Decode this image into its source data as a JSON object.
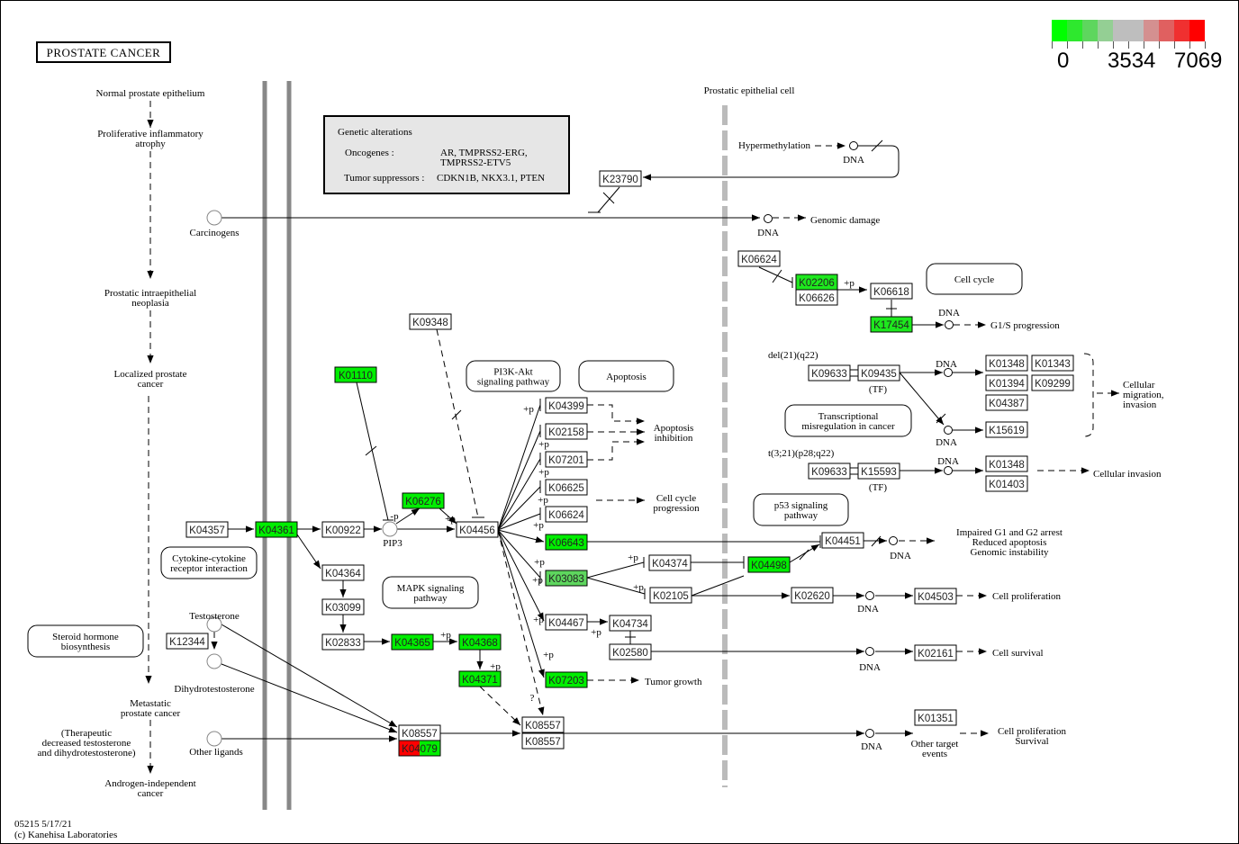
{
  "title": "PROSTATE CANCER",
  "legend": {
    "colors": [
      "#00ff00",
      "#2ee82e",
      "#5ed65e",
      "#94cf94",
      "#bebebe",
      "#bebebe",
      "#d49090",
      "#e06060",
      "#f03030",
      "#ff0000"
    ],
    "min_label": "0",
    "mid_label": "3534",
    "max_label": "7069"
  },
  "compartments": {
    "cell_label": "Prostatic epithelial cell"
  },
  "genetic_alterations": {
    "heading": "Genetic alterations",
    "oncogenes_label": "Oncogenes :",
    "oncogenes_line1": "AR, TMPRSS2-ERG,",
    "oncogenes_line2": "TMPRSS2-ETV5",
    "suppressors_label": "Tumor suppressors :",
    "suppressors_value": "CDKN1B, NKX3.1, PTEN"
  },
  "progression": [
    {
      "lines": [
        "Normal prostate epithelium"
      ]
    },
    {
      "lines": [
        "Proliferative inflammatory",
        "atrophy"
      ]
    },
    {
      "lines": [
        "Prostatic intraepithelial",
        "neoplasia"
      ]
    },
    {
      "lines": [
        "Localized prostate",
        "cancer"
      ]
    },
    {
      "lines": [
        "Metastatic",
        "prostate cancer"
      ]
    },
    {
      "lines": [
        "Androgen-independent",
        "cancer"
      ]
    }
  ],
  "therapeutic_note": [
    "(Therapeutic",
    "decreased testosterone",
    "and dihydrotestosterone)"
  ],
  "pathway_links": [
    {
      "id": "pw-pi3k",
      "lines": [
        "PI3K-Akt",
        "signaling pathway"
      ]
    },
    {
      "id": "pw-apoptosis",
      "lines": [
        "Apoptosis"
      ]
    },
    {
      "id": "pw-cellcycle",
      "lines": [
        "Cell cycle"
      ]
    },
    {
      "id": "pw-transcriptional",
      "lines": [
        "Transcriptional",
        "misregulation in cancer"
      ]
    },
    {
      "id": "pw-p53",
      "lines": [
        "p53 signaling",
        "pathway"
      ]
    },
    {
      "id": "pw-cytokine",
      "lines": [
        "Cytokine-cytokine",
        "receptor interaction"
      ]
    },
    {
      "id": "pw-mapk",
      "lines": [
        "MAPK signaling",
        "pathway"
      ]
    },
    {
      "id": "pw-steroid",
      "lines": [
        "Steroid hormone",
        "biosynthesis"
      ]
    }
  ],
  "compounds": [
    {
      "id": "c-carcinogens",
      "label": "Carcinogens"
    },
    {
      "id": "c-testosterone",
      "label": "Testosterone"
    },
    {
      "id": "c-dht",
      "label": "Dihydrotestosterone"
    },
    {
      "id": "c-other",
      "label": "Other ligands"
    },
    {
      "id": "c-pip3",
      "label": "PIP3"
    }
  ],
  "nodes": [
    {
      "id": "K23790",
      "label": "K23790",
      "color": "#ffffff"
    },
    {
      "id": "K06624a",
      "label": "K06624",
      "color": "#ffffff"
    },
    {
      "id": "K02206",
      "label": "K02206",
      "color": "#1ee81e"
    },
    {
      "id": "K06626",
      "label": "K06626",
      "color": "#ffffff"
    },
    {
      "id": "K06618",
      "label": "K06618",
      "color": "#ffffff"
    },
    {
      "id": "K17454",
      "label": "K17454",
      "color": "#1ee81e"
    },
    {
      "id": "K09348",
      "label": "K09348",
      "color": "#ffffff"
    },
    {
      "id": "K01110",
      "label": "K01110",
      "color": "#00ee00"
    },
    {
      "id": "K09633a",
      "label": "K09633",
      "color": "#ffffff"
    },
    {
      "id": "K09435",
      "label": "K09435",
      "color": "#ffffff"
    },
    {
      "id": "K01348a",
      "label": "K01348",
      "color": "#ffffff"
    },
    {
      "id": "K01343",
      "label": "K01343",
      "color": "#ffffff"
    },
    {
      "id": "K01394",
      "label": "K01394",
      "color": "#ffffff"
    },
    {
      "id": "K09299",
      "label": "K09299",
      "color": "#ffffff"
    },
    {
      "id": "K04387",
      "label": "K04387",
      "color": "#ffffff"
    },
    {
      "id": "K15619",
      "label": "K15619",
      "color": "#ffffff"
    },
    {
      "id": "K09633b",
      "label": "K09633",
      "color": "#ffffff"
    },
    {
      "id": "K15593",
      "label": "K15593",
      "color": "#ffffff"
    },
    {
      "id": "K01348b",
      "label": "K01348",
      "color": "#ffffff"
    },
    {
      "id": "K01403",
      "label": "K01403",
      "color": "#ffffff"
    },
    {
      "id": "K04399",
      "label": "K04399",
      "color": "#ffffff"
    },
    {
      "id": "K02158",
      "label": "K02158",
      "color": "#ffffff"
    },
    {
      "id": "K07201",
      "label": "K07201",
      "color": "#ffffff"
    },
    {
      "id": "K06625",
      "label": "K06625",
      "color": "#ffffff"
    },
    {
      "id": "K06624b",
      "label": "K06624",
      "color": "#ffffff"
    },
    {
      "id": "K06276",
      "label": "K06276",
      "color": "#00ee00"
    },
    {
      "id": "K04357",
      "label": "K04357",
      "color": "#ffffff"
    },
    {
      "id": "K04361",
      "label": "K04361",
      "color": "#00ee00"
    },
    {
      "id": "K00922",
      "label": "K00922",
      "color": "#ffffff"
    },
    {
      "id": "K04456",
      "label": "K04456",
      "color": "#ffffff"
    },
    {
      "id": "K06643",
      "label": "K06643",
      "color": "#00ee00"
    },
    {
      "id": "K04451",
      "label": "K04451",
      "color": "#ffffff"
    },
    {
      "id": "K04374",
      "label": "K04374",
      "color": "#ffffff"
    },
    {
      "id": "K04498",
      "label": "K04498",
      "color": "#00ee00"
    },
    {
      "id": "K03083",
      "label": "K03083",
      "color": "#5ed65e"
    },
    {
      "id": "K02105",
      "label": "K02105",
      "color": "#ffffff"
    },
    {
      "id": "K02620",
      "label": "K02620",
      "color": "#ffffff"
    },
    {
      "id": "K04503",
      "label": "K04503",
      "color": "#ffffff"
    },
    {
      "id": "K04364",
      "label": "K04364",
      "color": "#ffffff"
    },
    {
      "id": "K03099",
      "label": "K03099",
      "color": "#ffffff"
    },
    {
      "id": "K02833",
      "label": "K02833",
      "color": "#ffffff"
    },
    {
      "id": "K04365",
      "label": "K04365",
      "color": "#00ee00"
    },
    {
      "id": "K04368",
      "label": "K04368",
      "color": "#00ee00"
    },
    {
      "id": "K04371",
      "label": "K04371",
      "color": "#00ee00"
    },
    {
      "id": "K04467",
      "label": "K04467",
      "color": "#ffffff"
    },
    {
      "id": "K04734",
      "label": "K04734",
      "color": "#ffffff"
    },
    {
      "id": "K02580",
      "label": "K02580",
      "color": "#ffffff"
    },
    {
      "id": "K02161",
      "label": "K02161",
      "color": "#ffffff"
    },
    {
      "id": "K07203",
      "label": "K07203",
      "color": "#00ee00"
    },
    {
      "id": "K12344",
      "label": "K12344",
      "color": "#ffffff"
    },
    {
      "id": "K08557a",
      "label": "K08557",
      "color": "#ffffff"
    },
    {
      "id": "K04079",
      "label": "K04079",
      "split_colors": [
        "#ff0000",
        "#00ee00"
      ]
    },
    {
      "id": "K08557b",
      "label": "K08557",
      "color": "#ffffff"
    },
    {
      "id": "K08557c",
      "label": "K08557",
      "color": "#ffffff"
    },
    {
      "id": "K01351",
      "label": "K01351",
      "color": "#ffffff"
    }
  ],
  "labels": {
    "hypermethylation": "Hypermethylation",
    "dna": "DNA",
    "genomic_damage": "Genomic damage",
    "g1s": "G1/S progression",
    "del21": "del(21)(q22)",
    "t321": "t(3;21)(p28;q22)",
    "tf": "(TF)",
    "cell_migration": [
      "Cellular",
      "migration,",
      "invasion"
    ],
    "cell_invasion": "Cellular invasion",
    "apoptosis_inhibition": [
      "Apoptosis",
      "inhibition"
    ],
    "cell_cycle_progression": [
      "Cell cycle",
      "progression"
    ],
    "impaired": [
      "Impaired G1 and G2 arrest",
      "Reduced apoptosis",
      "Genomic instability"
    ],
    "cell_proliferation": "Cell proliferation",
    "cell_survival": "Cell survival",
    "tumor_growth": "Tumor growth",
    "other_target_events": [
      "Other target",
      "events"
    ],
    "cell_prolif_survival": [
      "Cell proliferation",
      "Survival"
    ],
    "plus_p": "+p",
    "minus_p": "-p",
    "question": "?"
  },
  "footer": {
    "map_id": "05215 5/17/21",
    "copyright": "(c) Kanehisa Laboratories"
  }
}
